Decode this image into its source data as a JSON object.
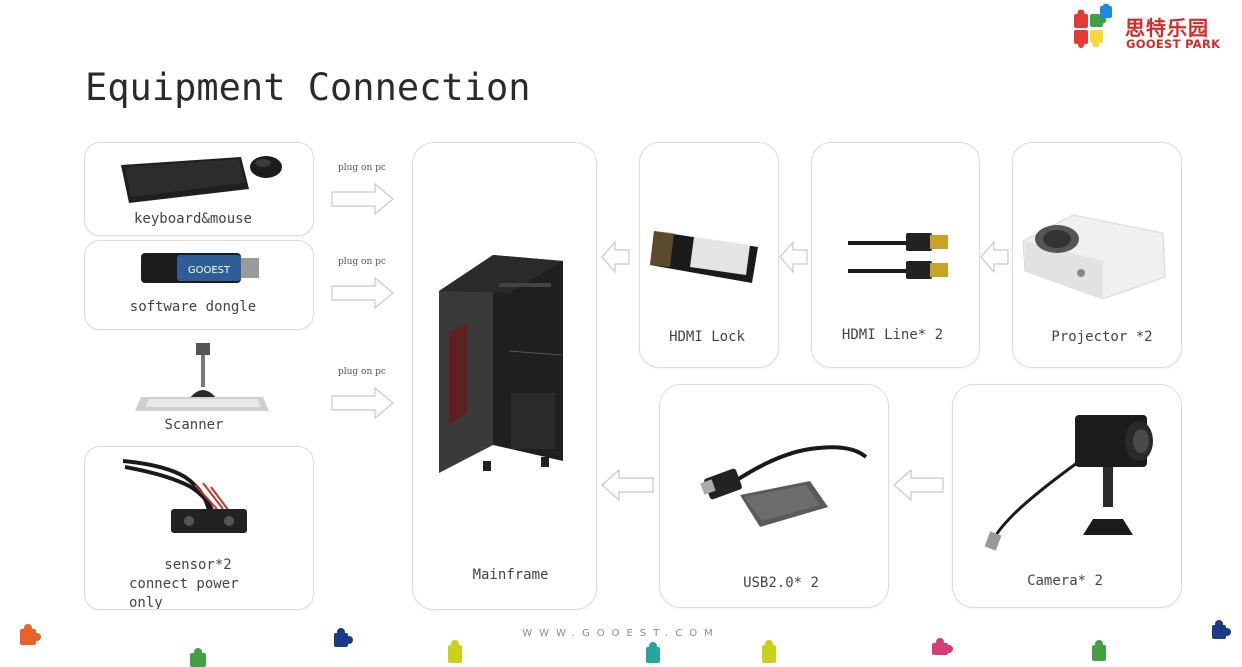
{
  "title": "Equipment Connection",
  "logo": {
    "chinese": "思特乐园",
    "english": "GOOEST PARK"
  },
  "footer_url": "WWW.GOOEST.COM",
  "plug_label": "plug on pc",
  "devices": {
    "keyboard": "keyboard&mouse",
    "dongle": "software dongle",
    "dongle_brand": "GOOEST",
    "scanner": "Scanner",
    "sensor_line1": "sensor*2",
    "sensor_line2": "connect power",
    "sensor_line3": "only",
    "mainframe": "Mainframe",
    "hdmi_lock": "HDMI Lock",
    "hdmi_line": "HDMI Line* 2",
    "projector": "Projector *2",
    "usb": "USB2.0* 2",
    "camera": "Camera* 2"
  },
  "colors": {
    "accent": "#d62a2a",
    "card_border": "#dcdcdc",
    "arrow": "#d0d0d0"
  }
}
